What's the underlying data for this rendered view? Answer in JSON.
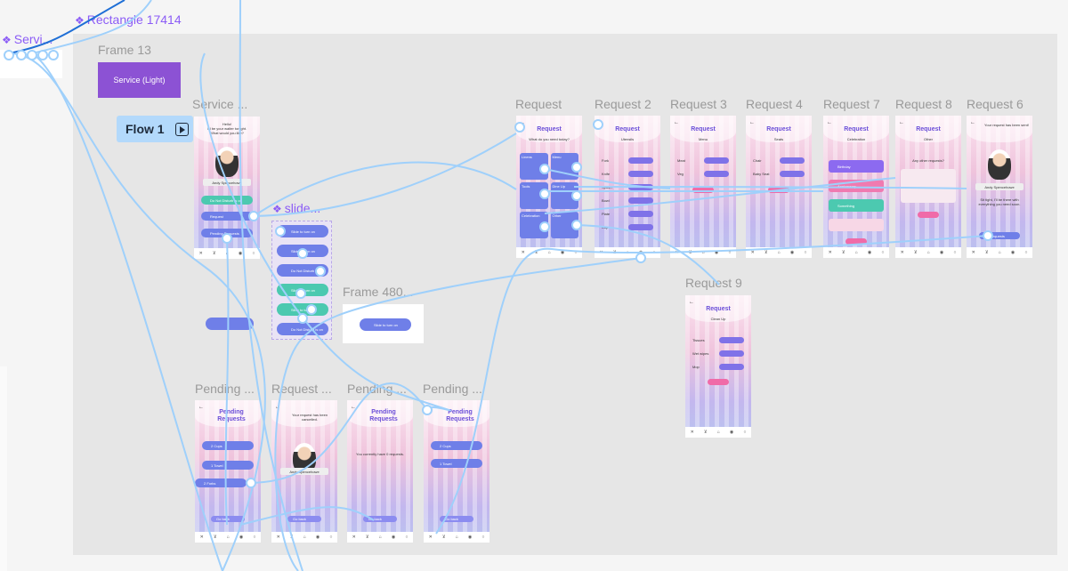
{
  "canvas": {
    "component_labels": {
      "rectangle": "Rectangle 17414",
      "service": "Servi...",
      "slide": "slide..."
    },
    "frame_labels": {
      "frame13": "Frame 13",
      "service": "Service ...",
      "request1": "Request",
      "request2": "Request 2",
      "request3": "Request 3",
      "request4": "Request 4",
      "request7": "Request 7",
      "request8": "Request 8",
      "request6": "Request 6",
      "request9": "Request 9",
      "frame480": "Frame 480...",
      "pending1": "Pending ...",
      "request_mid": "Request ...",
      "pending2": "Pending ...",
      "pending3": "Pending ..."
    },
    "flow_label": "Flow 1",
    "service_button": "Service (Light)",
    "icons": [
      "play-icon",
      "component-diamond-icon"
    ]
  },
  "screens": {
    "service": {
      "greeting": "Hello!\nI'll be your waiter tonight.\nWhat would you like?",
      "name": "Andy Spencehowe",
      "items": [
        "Do Not Disturb is on",
        "Request",
        "Pending Requests"
      ]
    },
    "request": {
      "title": "Request",
      "subtitle": "What do you need today?",
      "tiles": [
        "Linens",
        "Menu",
        "Tools",
        "Dine Up",
        "Celebration",
        "Other"
      ]
    },
    "request2": {
      "title": "Request",
      "subtitle": "Utensils",
      "rows": [
        "Fork",
        "Knife",
        "Spoon",
        "Bowl",
        "Plate",
        "Cup"
      ]
    },
    "request3": {
      "title": "Request",
      "subtitle": "Menu",
      "rows": [
        "Meat",
        "Veg"
      ]
    },
    "request4": {
      "title": "Request",
      "subtitle": "Seats",
      "rows": [
        "Chair",
        "Baby Seat"
      ]
    },
    "request7": {
      "title": "Request",
      "subtitle": "Celebration",
      "items": [
        "Birthday",
        "Anniversary",
        "Something"
      ]
    },
    "request8": {
      "title": "Request",
      "subtitle": "Other",
      "prompt": "Any other requests?"
    },
    "request6": {
      "title": "Your request has been sent!",
      "name": "Andy Spencehowe",
      "note": "Sit tight, I'll be there with everything you need soon.",
      "button": "Requests"
    },
    "request9": {
      "title": "Request",
      "subtitle": "Clean Up",
      "rows": [
        "Tissues",
        "Wet wipes",
        "Mop"
      ]
    },
    "pending1": {
      "title": "Pending Requests",
      "items": [
        "2 Cups",
        "1 Towel",
        "2 Forks"
      ],
      "button": "Go back"
    },
    "request_mid": {
      "title": "Your request has been cancelled.",
      "name": "Andy Spencehowe",
      "button": "Go back"
    },
    "pending2": {
      "title": "Pending Requests",
      "note": "You currently have 0 requests.",
      "button": "Go back"
    },
    "pending3": {
      "title": "Pending Requests",
      "items": [
        "2 Cups",
        "1 Towel"
      ],
      "button": "Go back"
    }
  },
  "sliders": [
    "Slide to turn on",
    "Slide to turn on",
    "Do Not Disturb is on",
    "Slide to turn on",
    "Slide to turn on",
    "Do Not Disturb is on"
  ],
  "frame480_slider": "Slide to turn on",
  "colors": {
    "accent": "#8b5cf6",
    "flow": "#b3d9fb",
    "connector": "#9fd0fb",
    "pill": "#6f7fe8",
    "teal": "#4cc9b0",
    "pink": "#f06ba8"
  }
}
